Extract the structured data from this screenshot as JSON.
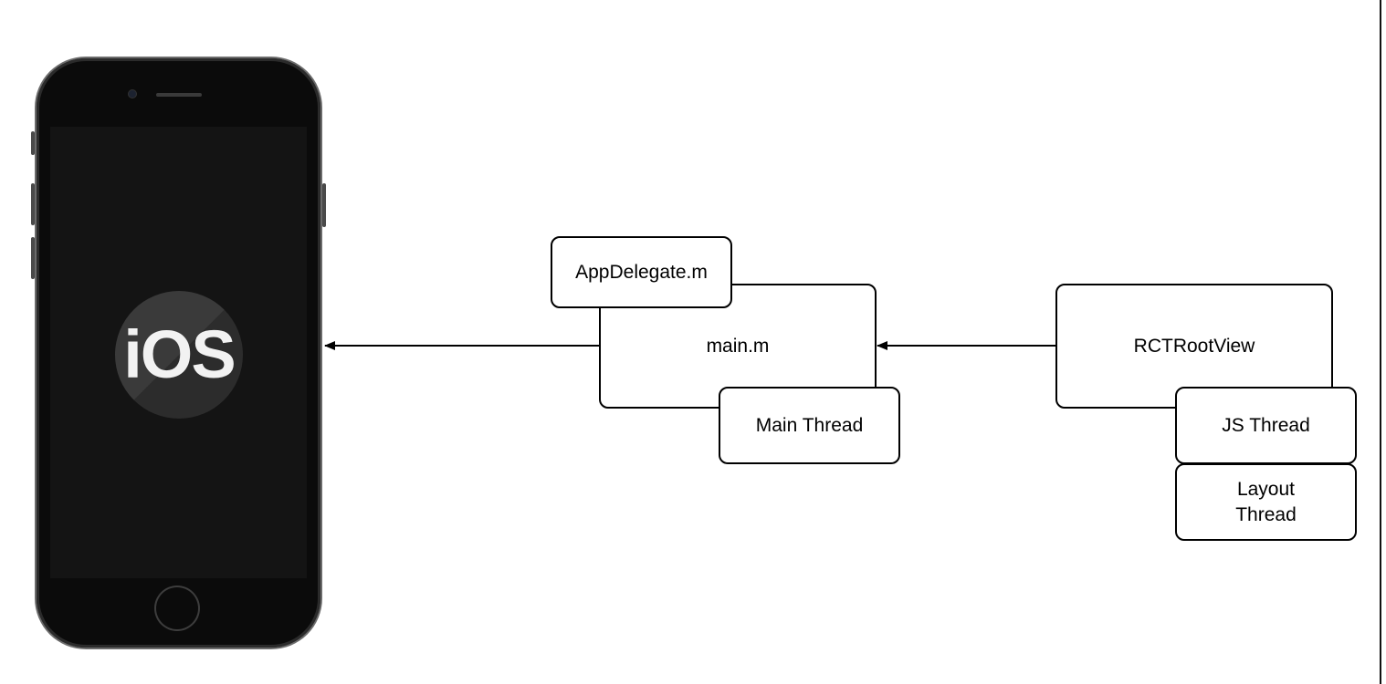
{
  "phone": {
    "logo_text": "iOS"
  },
  "nodes": {
    "app_delegate": "AppDelegate.m",
    "main_m": "main.m",
    "main_thread": "Main Thread",
    "rct_root_view": "RCTRootView",
    "js_thread": "JS Thread",
    "layout_thread": "Layout\nThread"
  },
  "edges": [
    {
      "from": "main_m",
      "to": "phone",
      "type": "arrow"
    },
    {
      "from": "rct_root_view",
      "to": "main_m",
      "type": "arrow"
    }
  ]
}
